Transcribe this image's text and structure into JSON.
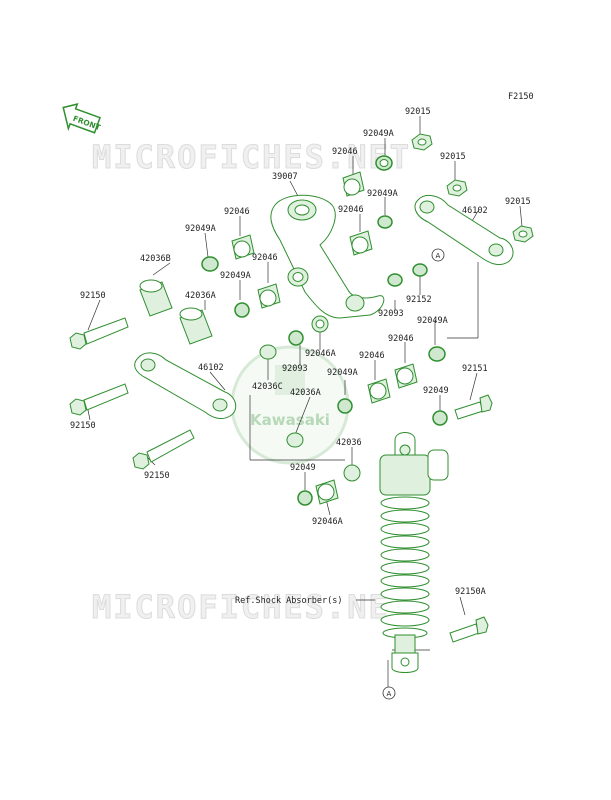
{
  "diagram_code": "F2150",
  "front_label": "FRONT",
  "watermark_text": "MICROFICHES.NET",
  "brand_watermark": "Kawasaki",
  "ref_note": "Ref.Shock Absorber(s)",
  "ref_marker": "A",
  "colors": {
    "part_stroke": "#2f8f2f",
    "part_fill": "#dff0df",
    "label": "#222222"
  },
  "labels": {
    "p92015a": "92015",
    "p92049a1": "92049A",
    "p92046a1": "92046",
    "p92015b": "92015",
    "p39007": "39007",
    "p92049a2": "92049A",
    "p92015c": "92015",
    "p92046a2": "92046",
    "p46102a": "46102",
    "p92046a3": "92046",
    "p92049a3": "92049A",
    "p42036b": "42036B",
    "p92046a4": "92046",
    "p92049a4": "92049A",
    "p92152": "92152",
    "p92150a1": "92150",
    "p42036a1": "42036A",
    "p92093a": "92093",
    "p92049a5": "92049A",
    "p92046a5": "92046A",
    "p92046a6": "92046",
    "p92046a7": "92046",
    "p46102b": "46102",
    "p42036c": "42036C",
    "p92093b": "92093",
    "p92049a6": "92049A",
    "p92151": "92151",
    "p92150a2": "92150",
    "p42036a2": "42036A",
    "p92049b": "92049",
    "p42036": "42036",
    "p92150a3": "92150",
    "p92049c": "92049",
    "p92046a8": "92046A",
    "p92150b": "92150A"
  }
}
